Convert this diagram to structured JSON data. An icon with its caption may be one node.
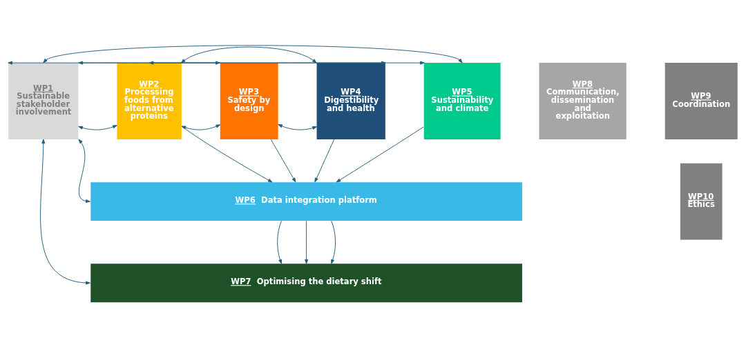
{
  "diagram": {
    "nodes": [
      {
        "text": [
          "WP1",
          "Sustainable stakeholder involvement"
        ]
      },
      {
        "text": [
          "WP2",
          "Processing foods from alternative proteins"
        ]
      },
      {
        "text": [
          "WP3",
          "Safety by design"
        ]
      },
      {
        "text": [
          "WP4",
          "Digestibility and health"
        ]
      },
      {
        "text": [
          "WP5",
          "Sustainability and climate"
        ]
      },
      {
        "text": [
          "WP6",
          "Data integration platform"
        ]
      },
      {
        "text": [
          "WP7",
          "Optimising the dietary shift"
        ]
      },
      {
        "text": [
          "WP8",
          "Communication, dissemination and exploitation"
        ]
      },
      {
        "text": [
          "WP9",
          "Coordination"
        ]
      },
      {
        "text": [
          "WP10",
          "Ethics"
        ]
      }
    ],
    "edges": [
      {
        "from": 1,
        "to": 4,
        "arrow": "both"
      },
      {
        "from": 0,
        "to": 4,
        "arrow": "both"
      },
      {
        "from": 1,
        "to": 3,
        "arrow": "both"
      },
      {
        "from": 0,
        "to": 3,
        "arrow": "both"
      },
      {
        "from": 2,
        "to": 3,
        "arrow": "both"
      },
      {
        "from": 0,
        "to": 2,
        "arrow": "both"
      },
      {
        "from": 1,
        "to": 2,
        "arrow": "both"
      },
      {
        "from": 0,
        "to": 1,
        "arrow": "both"
      },
      {
        "from": 1,
        "to": 5,
        "arrow": "to"
      },
      {
        "from": 2,
        "to": 5,
        "arrow": "to"
      },
      {
        "from": 3,
        "to": 5,
        "arrow": "to"
      },
      {
        "from": 4,
        "to": 5,
        "arrow": "to"
      },
      {
        "from": 0,
        "to": 5,
        "arrow": "both"
      },
      {
        "from": 5,
        "to": 6,
        "arrow": "to"
      },
      {
        "from": 5,
        "to": 6,
        "arrow": "to"
      },
      {
        "from": 5,
        "to": 6,
        "arrow": "to"
      },
      {
        "from": 0,
        "to": 6,
        "arrow": "both"
      }
    ]
  }
}
